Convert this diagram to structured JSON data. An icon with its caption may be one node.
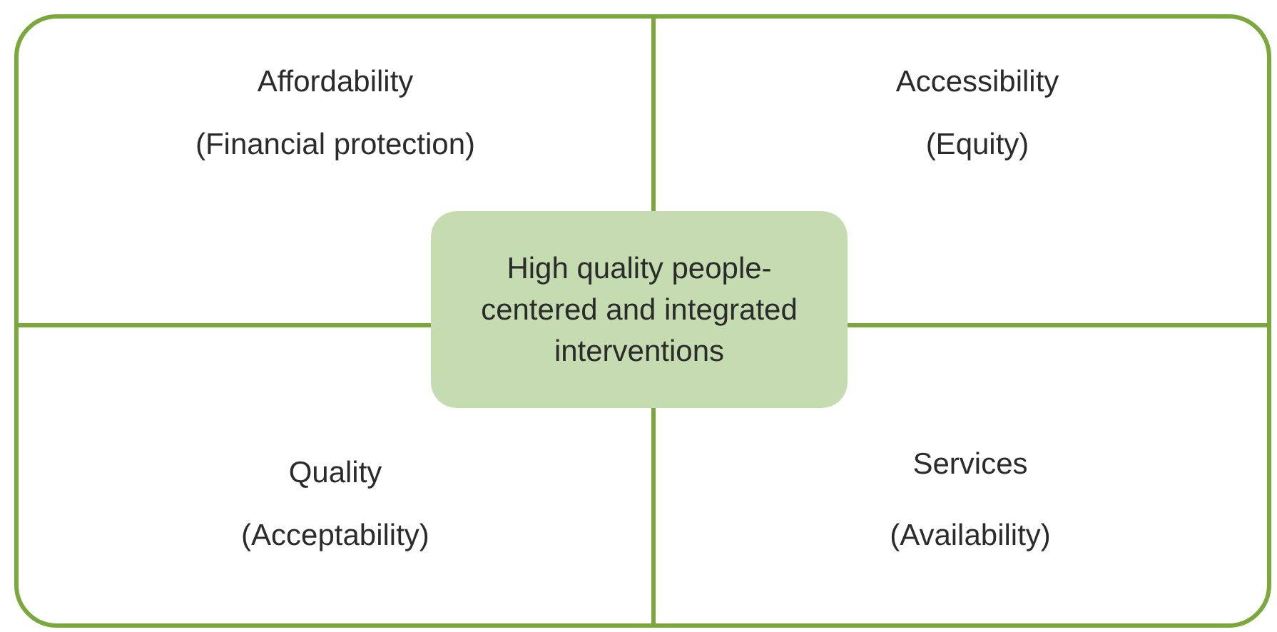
{
  "diagram": {
    "nodes": [
      {
        "text": [],
        "shape": "box"
      },
      {
        "text": [
          "Affordability",
          "(Financial protection)"
        ],
        "in": 0
      },
      {
        "text": [
          "Accessibility",
          "(Equity)"
        ],
        "in": 0
      },
      {
        "text": [
          "High quality people-centered and integrated interventions"
        ],
        "in": 0
      },
      {
        "text": [
          "Quality",
          "(Acceptability)"
        ],
        "in": 0
      },
      {
        "text": [
          "Services",
          "(Availability)"
        ],
        "in": 0
      }
    ],
    "edges": []
  }
}
